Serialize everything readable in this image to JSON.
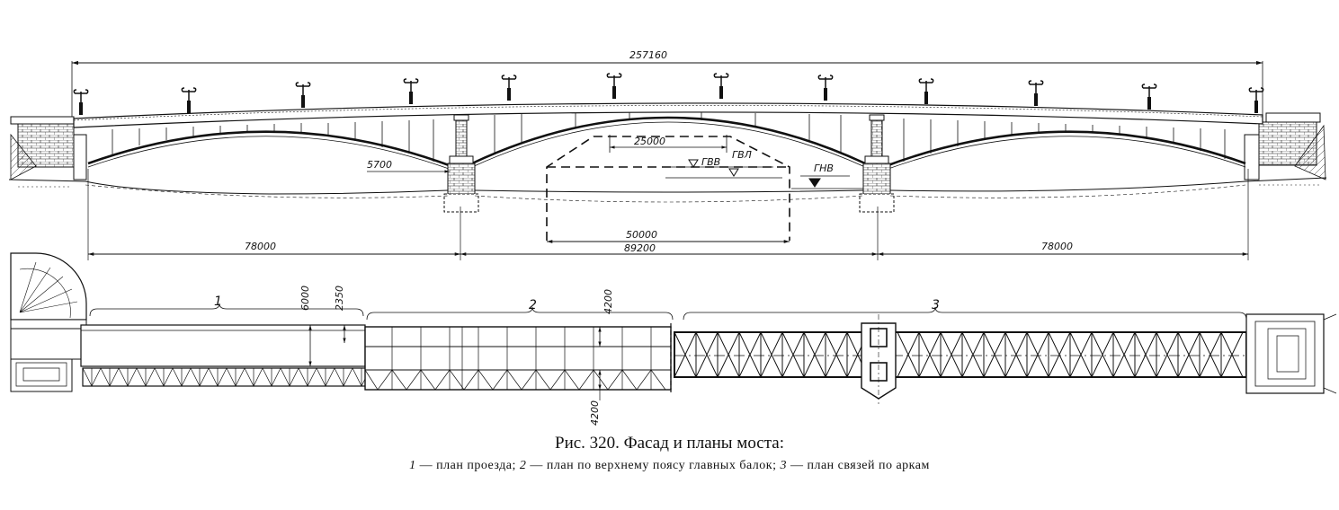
{
  "facade": {
    "dimensions": {
      "total_length": "257160",
      "side_span_left": "78000",
      "side_span_right": "78000",
      "central_span": "89200",
      "navigation_clearance_width": "50000",
      "upper_clearance_width": "25000",
      "pier_offset": "5700"
    },
    "water_levels": {
      "high": "ГВВ",
      "ice": "ГВЛ",
      "low": "ГНВ"
    }
  },
  "plans": {
    "section_labels": [
      "1",
      "2",
      "3"
    ],
    "dimensions": {
      "deck_width": "6000",
      "sidewalk_width": "2350",
      "girder_top_width": "4200",
      "girder_bottom_width": "4200"
    }
  },
  "caption": {
    "title": "Рис. 320. Фасад и планы моста:",
    "legend": [
      {
        "num": "1",
        "text": "— план проезда;"
      },
      {
        "num": "2",
        "text": "— план по верхнему поясу главных балок;"
      },
      {
        "num": "3",
        "text": "— план связей по аркам"
      }
    ]
  }
}
